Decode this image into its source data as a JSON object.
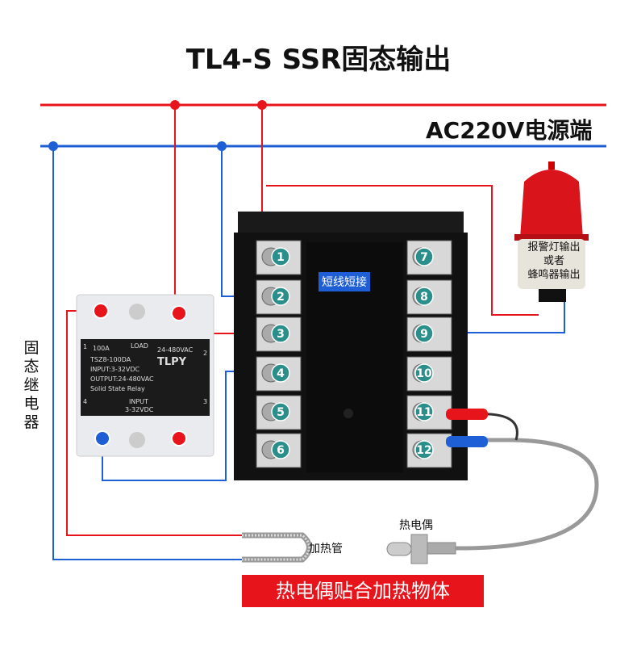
{
  "title": "TL4-S SSR固态输出",
  "power_label": "AC220V电源端",
  "ssr_label": "固态继电器",
  "short_label": "短线短接",
  "beacon_label": [
    "报警灯输出",
    "或者",
    "蜂鸣器输出"
  ],
  "heater_label": "加热管",
  "thermocouple_label": "热电偶",
  "bottom_note": "热电偶贴合加热物体",
  "ssr_device": {
    "brand": "TLPY",
    "model": "TSZ8-100DA",
    "input": "INPUT:3-32VDC",
    "output": "OUTPUT:24-480VAC",
    "type": "Solid State Relay",
    "load": "LOAD",
    "rating": "100A",
    "load_range": "24-480VAC",
    "input_label": "INPUT",
    "input_range": "3-32VDC",
    "terminals": [
      "1",
      "2",
      "3",
      "4"
    ]
  },
  "terminals_left": [
    "1",
    "2",
    "3",
    "4",
    "5",
    "6"
  ],
  "terminals_right": [
    "7",
    "8",
    "9",
    "10",
    "11",
    "12"
  ],
  "colors": {
    "live": "#e8141b",
    "neutral": "#1f5fd6",
    "terminal_badge": "#2a8f8a",
    "body": "#111111"
  }
}
